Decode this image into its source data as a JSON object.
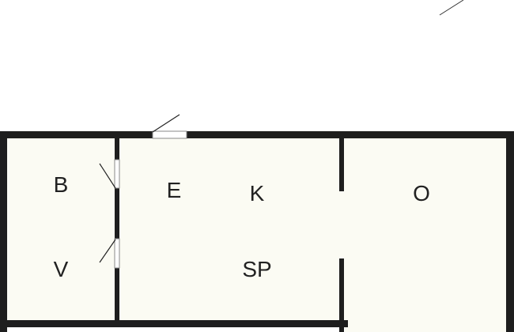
{
  "floor_plan": {
    "colors": {
      "wall": "#1e1e1e",
      "floor": "#fbfbf3",
      "background": "#ffffff",
      "door_swing": "#222222",
      "window_fill": "#ffffff"
    },
    "rooms": [
      {
        "id": "b",
        "label": "B"
      },
      {
        "id": "e",
        "label": "E"
      },
      {
        "id": "k",
        "label": "K"
      },
      {
        "id": "o",
        "label": "O"
      },
      {
        "id": "v",
        "label": "V"
      },
      {
        "id": "sp",
        "label": "SP"
      }
    ]
  }
}
